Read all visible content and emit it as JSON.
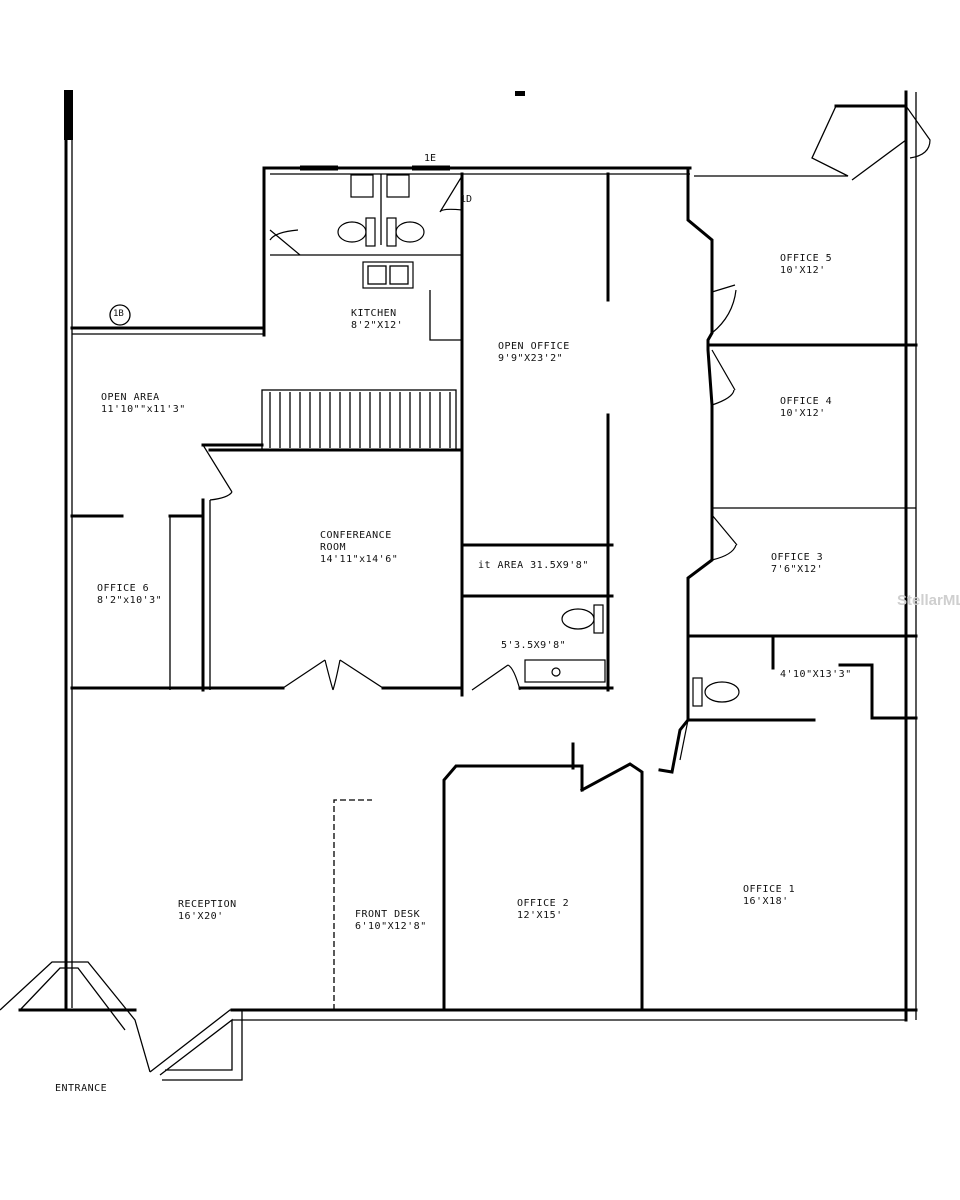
{
  "rooms": {
    "office5": {
      "name": "OFFICE 5",
      "size": "10'X12'"
    },
    "office4": {
      "name": "OFFICE 4",
      "size": "10'X12'"
    },
    "office3": {
      "name": "OFFICE 3",
      "size": "7'6\"X12'"
    },
    "office6": {
      "name": "OFFICE 6",
      "size": "8'2\"x10'3\""
    },
    "open_area": {
      "name": "OPEN AREA",
      "size": "11'10\"\"x11'3\""
    },
    "kitchen": {
      "name": "KITCHEN",
      "size": "8'2\"X12'"
    },
    "open_office": {
      "name": "OPEN OFFICE",
      "size": "9'9\"X23'2\""
    },
    "conference": {
      "name": "CONFEREANCE",
      "name2": "ROOM",
      "size": "14'11\"x14'6\""
    },
    "it_area": {
      "name": "it AREA 31.5X9'8\""
    },
    "bath_center": {
      "size": "5'3.5X9'8\""
    },
    "bath_right": {
      "size": "4'10\"X13'3\""
    },
    "reception": {
      "name": "RECEPTION",
      "size": "16'X20'"
    },
    "front_desk": {
      "name": "FRONT DESK",
      "size": "6'10\"X12'8\""
    },
    "office2": {
      "name": "OFFICE 2",
      "size": "12'X15'"
    },
    "office1": {
      "name": "OFFICE 1",
      "size": "16'X18'"
    }
  },
  "tags": {
    "t1e": "1E",
    "t1d": "1D",
    "t1b": "1B"
  },
  "entrance": "ENTRANCE",
  "watermark": "StellarMLS"
}
